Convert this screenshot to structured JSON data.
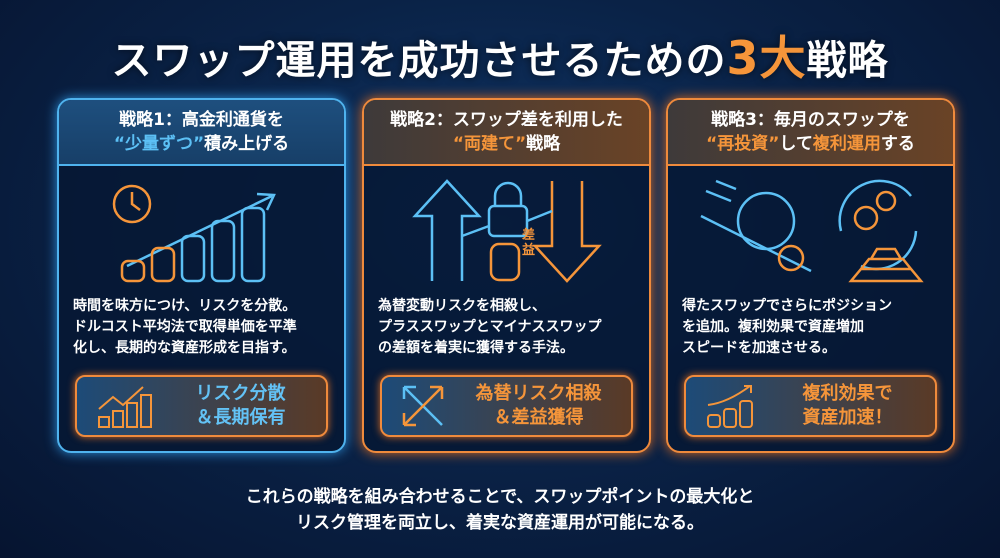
{
  "title": {
    "main": "スワップ運用を成功させるための",
    "highlight": "3大",
    "tail": "戦略"
  },
  "cards": [
    {
      "head_line1": "戦略1：高金利通貨を",
      "head_line2_hl": "“少量ずつ”",
      "head_line2_rest": "積み上げる",
      "desc": [
        "時間を味方につけ、リスクを分散。",
        "ドルコスト平均法で取得単価を平準",
        "化し、長期的な資産形成を目指す。"
      ],
      "badge": [
        "リスク分散",
        "＆長期保有"
      ],
      "icon": "clock-coins-growth-icon"
    },
    {
      "head_line1": "戦略2：スワップ差を利用した",
      "head_line2_hl": "“両建て”",
      "head_line2_rest": "戦略",
      "desc": [
        "為替変動リスクを相殺し、",
        "プラススワップとマイナススワップ",
        "の差額を着実に獲得する手法。"
      ],
      "badge": [
        "為替リスク相殺",
        "＆差益獲得"
      ],
      "icon_label": "差益",
      "icon": "lock-arrows-icon"
    },
    {
      "head_line1": "戦略3：毎月のスワップを",
      "head_line2_hl": "“再投資”",
      "head_line2_mid": "して",
      "head_line2_hl2": "複利運用",
      "head_line2_rest": "する",
      "desc": [
        "得たスワップでさらにポジション",
        "を追加。複利効果で資産増加",
        "スピードを加速させる。"
      ],
      "badge": [
        "複利効果で",
        "資産加速！"
      ],
      "icon": "snowball-cycle-icon"
    }
  ],
  "footer": [
    "これらの戦略を組み合わせることで、スワップポイントの最大化と",
    "リスク管理を両立し、着実な資産運用が可能になる。"
  ],
  "colors": {
    "blue": "#4fb3ee",
    "orange": "#ef8a3c"
  }
}
